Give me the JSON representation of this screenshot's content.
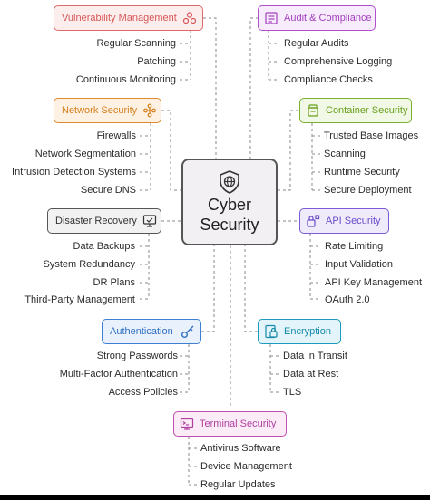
{
  "center": {
    "title_line1": "Cyber",
    "title_line2": "Security",
    "icon": "globe-shield-icon"
  },
  "categories": [
    {
      "id": "vulnerability",
      "label": "Vulnerability Management",
      "icon": "gear-cluster-icon",
      "color": "#e06a6a",
      "bg": "#fdeeee",
      "items": [
        "Regular Scanning",
        "Patching",
        "Continuous Monitoring"
      ]
    },
    {
      "id": "audit",
      "label": "Audit & Compliance",
      "icon": "gdpr-document-icon",
      "color": "#b04fc9",
      "bg": "#f7ecfb",
      "items": [
        "Regular Audits",
        "Comprehensive Logging",
        "Compliance Checks"
      ]
    },
    {
      "id": "network",
      "label": "Network Security",
      "icon": "network-nodes-icon",
      "color": "#e08a2a",
      "bg": "#fdf1e3",
      "items": [
        "Firewalls",
        "Network Segmentation",
        "Intrusion Detection Systems",
        "Secure DNS"
      ]
    },
    {
      "id": "container",
      "label": "Container Security",
      "icon": "container-jar-icon",
      "color": "#7ab32a",
      "bg": "#f1f8e6",
      "items": [
        "Trusted Base Images",
        "Scanning",
        "Runtime Security",
        "Secure Deployment"
      ]
    },
    {
      "id": "disaster",
      "label": "Disaster Recovery",
      "icon": "monitor-recovery-icon",
      "color": "#555555",
      "bg": "#f2f2f2",
      "items": [
        "Data Backups",
        "System Redundancy",
        "DR Plans",
        "Third-Party Management"
      ]
    },
    {
      "id": "api",
      "label": "API Security",
      "icon": "api-lock-icon",
      "color": "#7b5cd6",
      "bg": "#efebfb",
      "items": [
        "Rate Limiting",
        "Input Validation",
        "API Key Management",
        "OAuth 2.0"
      ]
    },
    {
      "id": "auth",
      "label": "Authentication",
      "icon": "key-icon",
      "color": "#3d7fd1",
      "bg": "#e8f1fc",
      "items": [
        "Strong Passwords",
        "Multi-Factor Authentication",
        "Access Policies"
      ]
    },
    {
      "id": "encryption",
      "label": "Encryption",
      "icon": "lock-document-icon",
      "color": "#1a9bbf",
      "bg": "#e3f5fa",
      "items": [
        "Data in Transit",
        "Data at Rest",
        "TLS"
      ]
    },
    {
      "id": "terminal",
      "label": "Terminal Security",
      "icon": "terminal-monitor-icon",
      "color": "#c04fb0",
      "bg": "#fbecf8",
      "items": [
        "Antivirus Software",
        "Device Management",
        "Regular Updates"
      ]
    }
  ]
}
